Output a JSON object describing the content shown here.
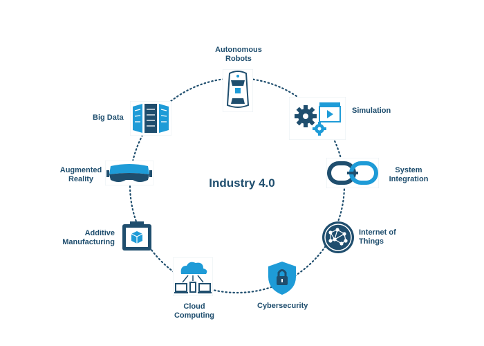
{
  "diagram": {
    "center_title": "Industry 4.0",
    "nodes": [
      {
        "label": "Autonomous\nRobots",
        "icon": "car-robot-icon"
      },
      {
        "label": "Simulation",
        "icon": "gears-clapperboard-icon"
      },
      {
        "label": "System\nIntegration",
        "icon": "chain-link-icon"
      },
      {
        "label": "Internet of\nThings",
        "icon": "network-globe-icon"
      },
      {
        "label": "Cybersecurity",
        "icon": "shield-lock-icon"
      },
      {
        "label": "Cloud\nComputing",
        "icon": "cloud-devices-icon"
      },
      {
        "label": "Additive\nManufacturing",
        "icon": "3d-printer-icon"
      },
      {
        "label": "Augmented\nReality",
        "icon": "vr-headset-icon"
      },
      {
        "label": "Big Data",
        "icon": "server-racks-icon"
      }
    ],
    "colors": {
      "dark_blue": "#1f4e6e",
      "light_blue": "#1e9bd7",
      "ring": "#1f4e6e"
    }
  }
}
